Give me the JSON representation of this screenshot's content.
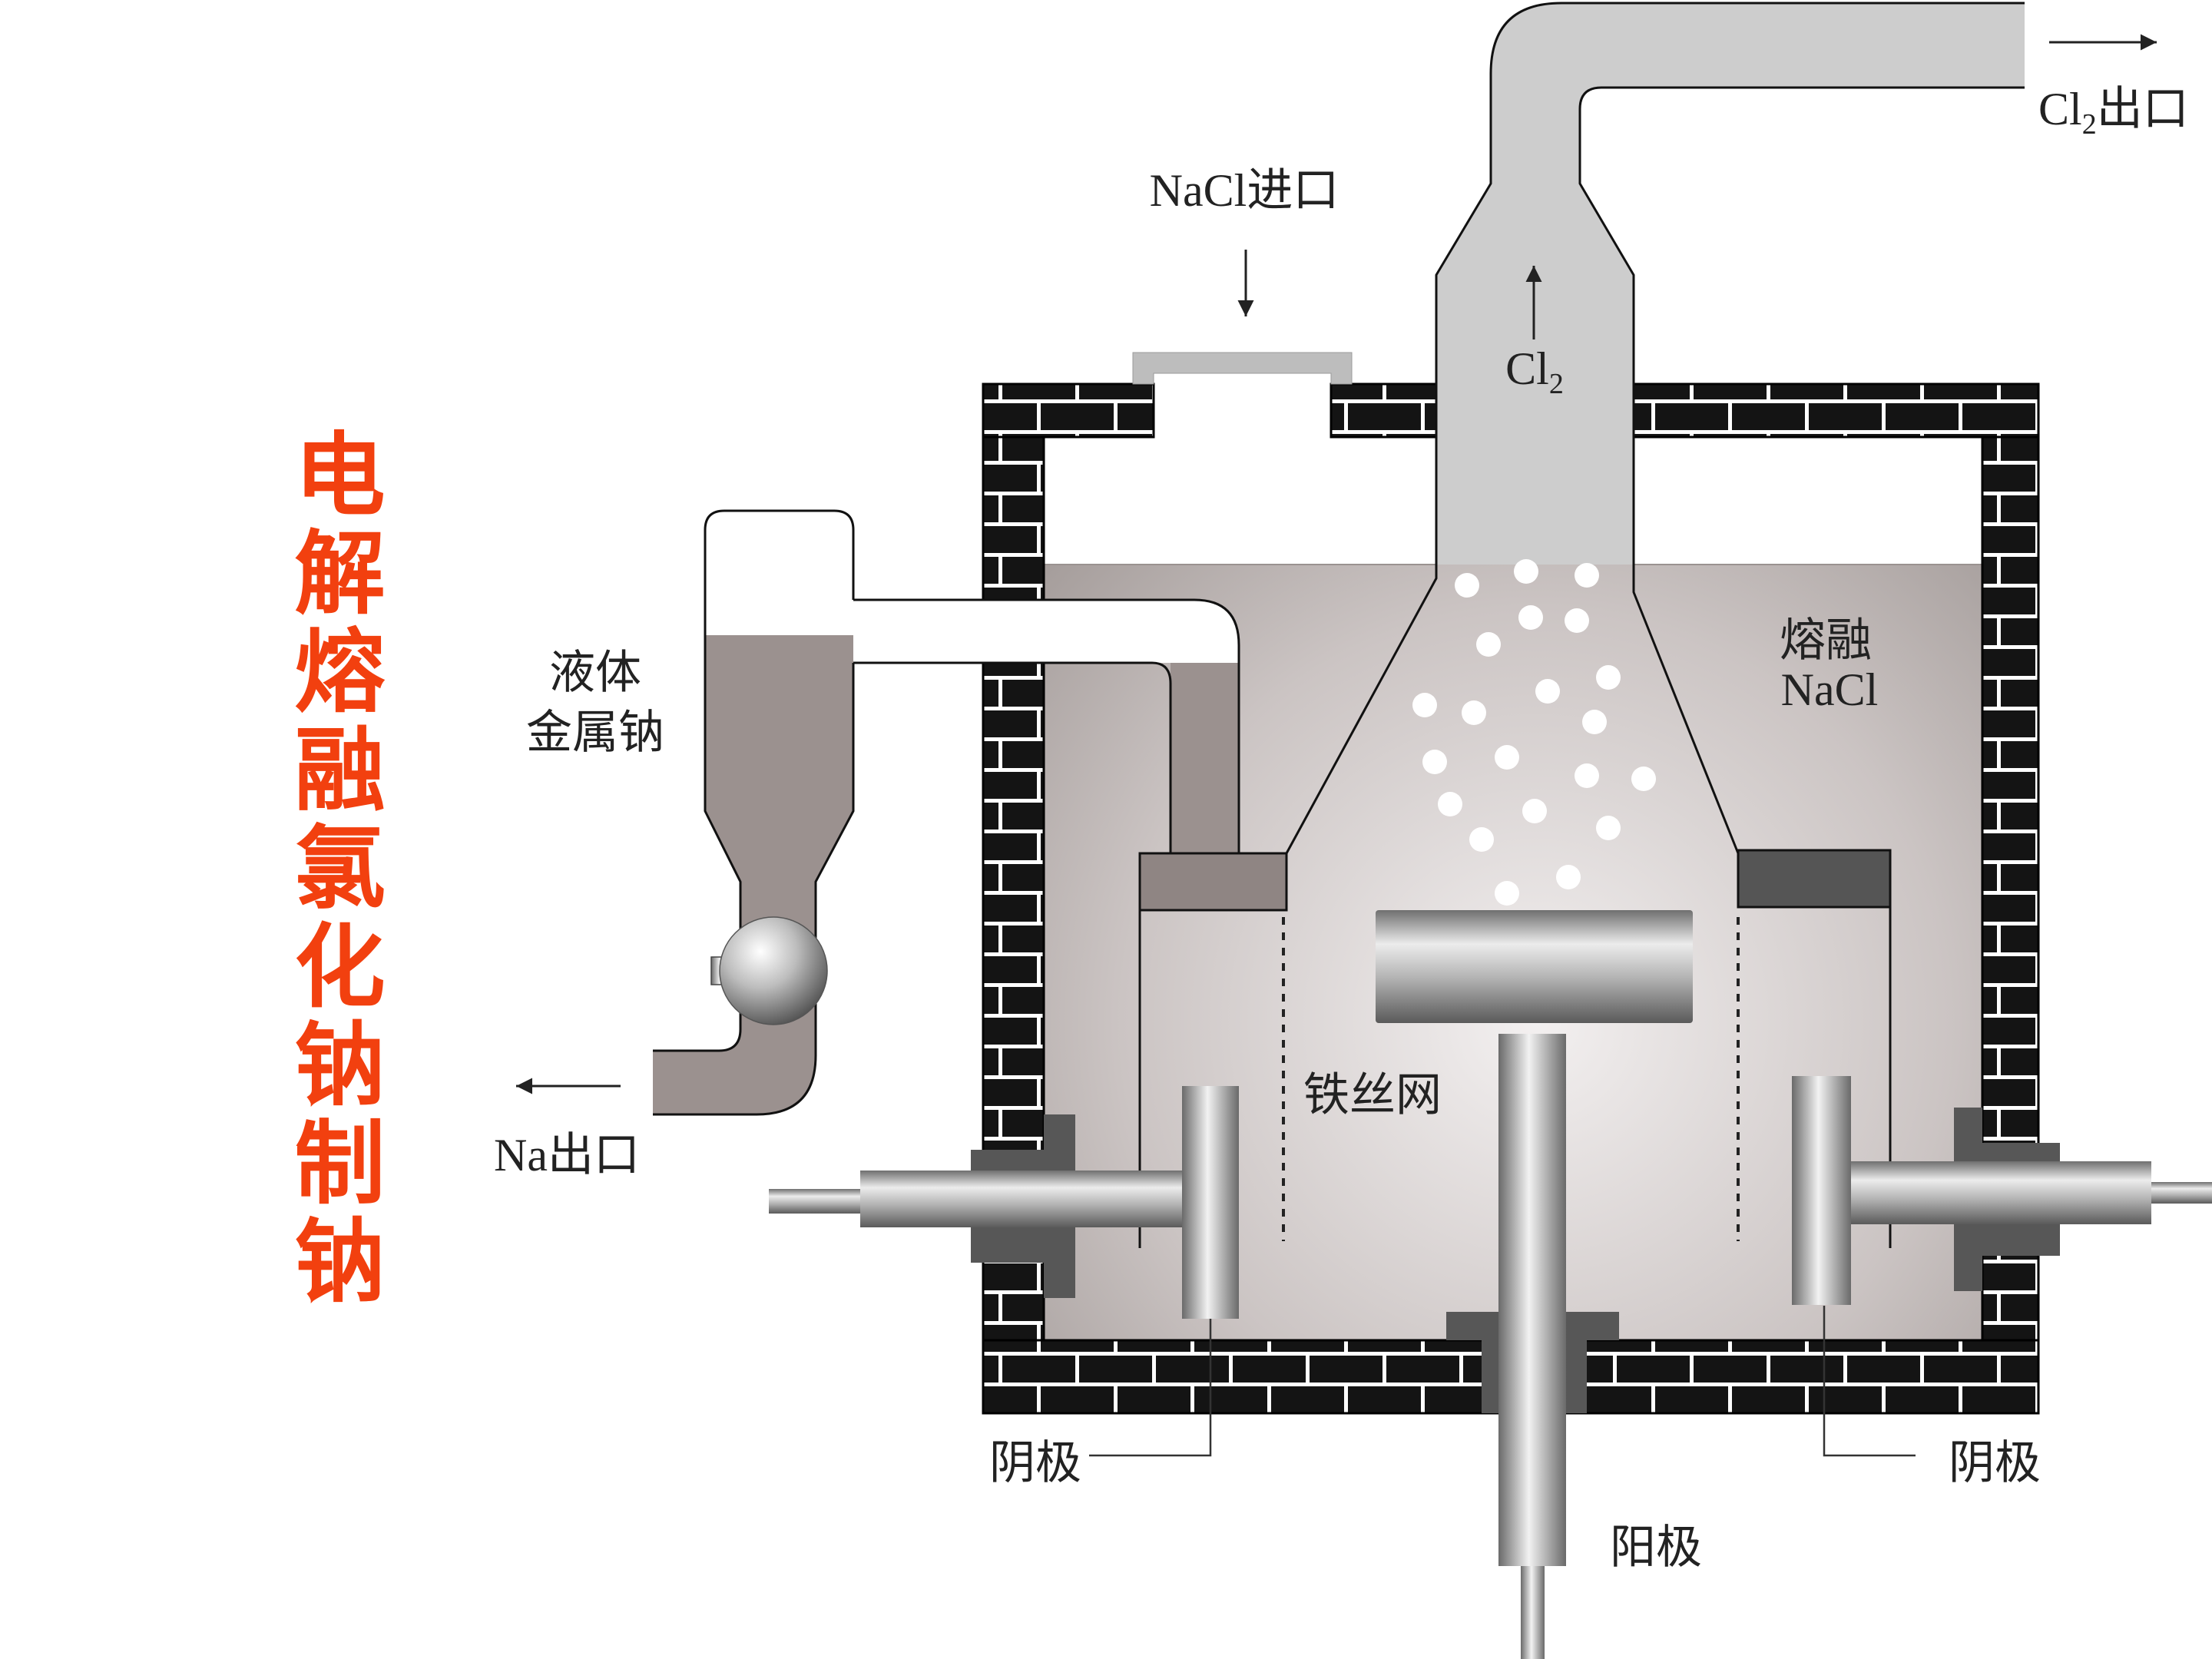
{
  "title": "电解熔融氯化钠制钠",
  "labels": {
    "nacl_inlet": "NaCl进口",
    "cl2_outlet": {
      "element": "Cl",
      "subscript": "2",
      "suffix": "出口"
    },
    "cl2_gas": {
      "element": "Cl",
      "subscript": "2"
    },
    "liquid_sodium": [
      "液体",
      "金属钠"
    ],
    "molten_nacl": [
      "熔融",
      "NaCl"
    ],
    "iron_mesh": "铁丝网",
    "na_outlet": "Na出口",
    "cathode_left": "阴极",
    "cathode_right": "阴极",
    "anode": "阳极"
  },
  "colors": {
    "title": "#f2400f",
    "brick": "#141414",
    "mortar": "#ffffff",
    "chimney": "#cdcdcd",
    "molten_light": "#f3f0f0",
    "molten_dark": "#a29a98",
    "sodium": "#9b918f",
    "hood_right": "#555555",
    "flange": "#575757"
  }
}
